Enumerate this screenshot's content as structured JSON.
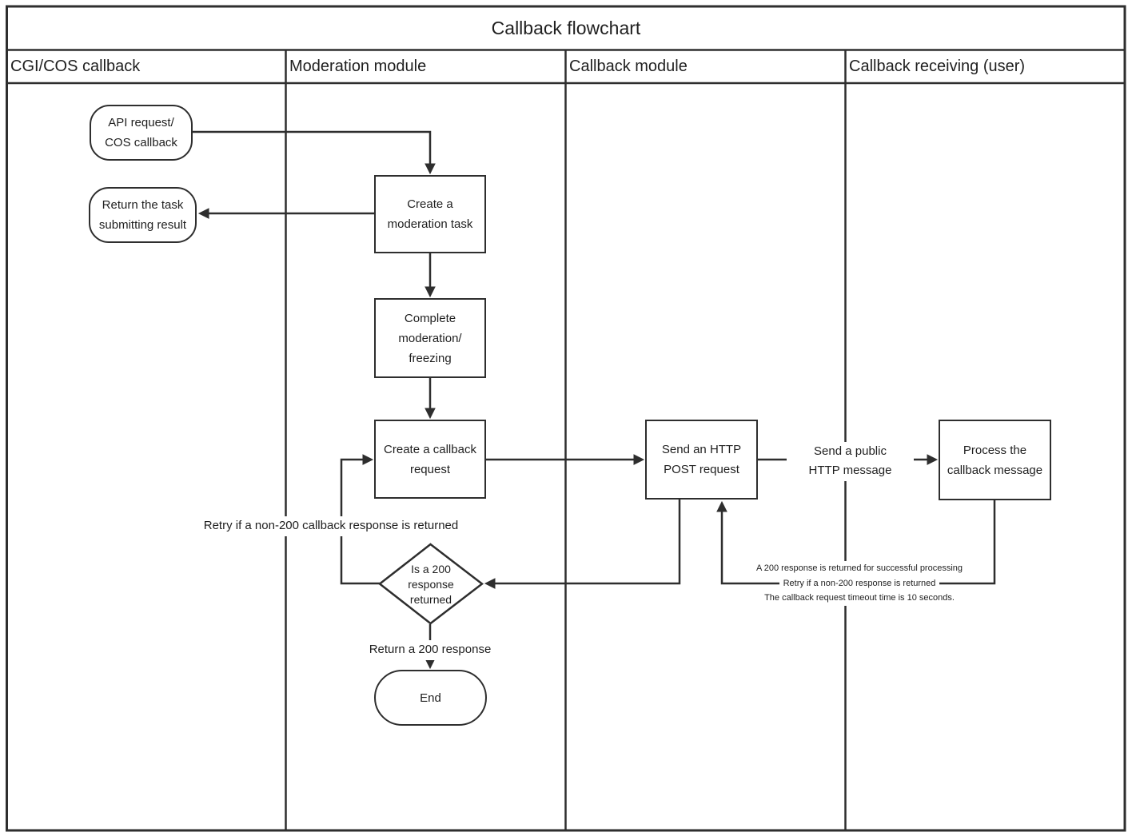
{
  "title": "Callback flowchart",
  "lanes": [
    {
      "label": "CGI/COS callback"
    },
    {
      "label": "Moderation module"
    },
    {
      "label": "Callback module"
    },
    {
      "label": "Callback receiving (user)"
    }
  ],
  "nodes": {
    "api_request": "API request/\nCOS callback",
    "return_task_result": "Return the task\nsubmitting result",
    "create_moderation_task": "Create a\nmoderation task",
    "complete_moderation": "Complete\nmoderation/\nfreezing",
    "create_callback_request": "Create a callback\nrequest",
    "send_http_post": "Send an HTTP\nPOST request",
    "process_callback_message": "Process the\ncallback message",
    "decision_200": "Is a 200\nresponse\nreturned",
    "end": "End"
  },
  "edge_labels": {
    "retry_loop": "Retry if a non-200 callback response is returned",
    "send_public": "Send a public\nHTTP message",
    "return_200": "Return a 200 response"
  },
  "annotation": {
    "lines": [
      "A 200 response is returned for successful processing",
      "Retry if a non-200 response is returned",
      "The callback request timeout time is 10 seconds."
    ]
  },
  "colors": {
    "line": "#2e2e2e",
    "text": "#1f1f1f",
    "background": "#ffffff"
  }
}
